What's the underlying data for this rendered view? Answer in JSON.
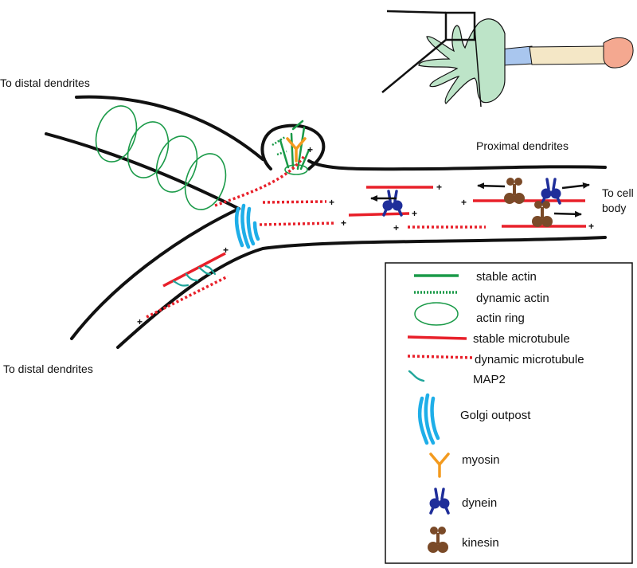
{
  "labels": {
    "distal_top": "To distal dendrites",
    "distal_bottom": "To distal dendrites",
    "proximal": "Proximal dendrites",
    "to_cell_line1": "To cell",
    "to_cell_line2": "body"
  },
  "plus_sign": "+",
  "colors": {
    "outline": "#111111",
    "stable_actin": "#1a9a48",
    "dynamic_actin": "#1a9a48",
    "actin_ring": "#1a9a48",
    "stable_microtubule": "#e8202a",
    "dynamic_microtubule": "#e8202a",
    "map2": "#1fa59a",
    "golgi": "#1eaee8",
    "myosin": "#f39a1e",
    "dynein": "#1f2e9a",
    "kinesin": "#7a4a28",
    "neuron_body": "#bde4c8",
    "axon_initial": "#a9c6ee",
    "axon": "#f4e7c6",
    "axon_terminal": "#f4a890"
  },
  "legend": {
    "items": [
      {
        "key": "stable_actin",
        "label": "stable actin"
      },
      {
        "key": "dynamic_actin",
        "label": "dynamic actin"
      },
      {
        "key": "actin_ring",
        "label": "actin ring"
      },
      {
        "key": "stable_microtubule",
        "label": "stable microtubule"
      },
      {
        "key": "dynamic_microtubule",
        "label": "dynamic microtubule"
      },
      {
        "key": "map2",
        "label": "MAP2"
      },
      {
        "key": "golgi",
        "label": "Golgi outpost"
      },
      {
        "key": "myosin",
        "label": "myosin"
      },
      {
        "key": "dynein",
        "label": "dynein"
      },
      {
        "key": "kinesin",
        "label": "kinesin"
      }
    ]
  }
}
